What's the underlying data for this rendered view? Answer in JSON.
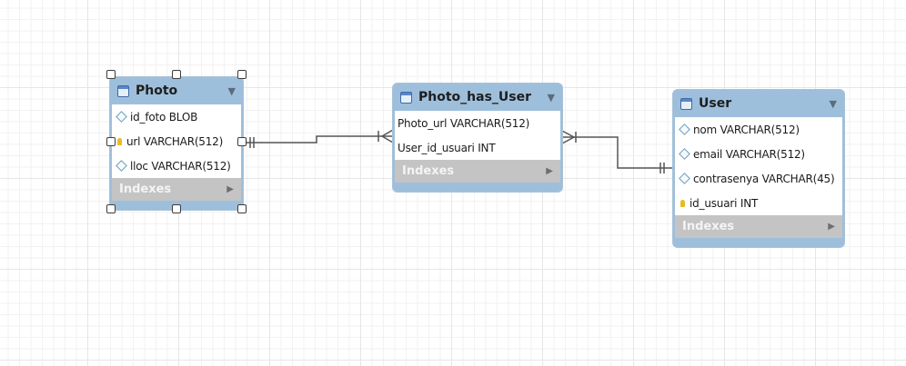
{
  "colors": {
    "entity_header": "#9ebfdb",
    "indexes_bar": "#c4c4c4",
    "connector": "#555555",
    "grid": "#e6e6e6"
  },
  "entities": {
    "photo": {
      "title": "Photo",
      "selected": true,
      "columns": [
        {
          "icon": "diamond-icon",
          "text": "id_foto BLOB"
        },
        {
          "icon": "key-icon",
          "text": "url VARCHAR(512)"
        },
        {
          "icon": "diamond-icon",
          "text": "lloc VARCHAR(512)"
        }
      ],
      "indexes_label": "Indexes"
    },
    "photo_has_user": {
      "title": "Photo_has_User",
      "columns": [
        {
          "icon": "none",
          "text": "Photo_url VARCHAR(512)"
        },
        {
          "icon": "none",
          "text": "User_id_usuari INT"
        }
      ],
      "indexes_label": "Indexes"
    },
    "user": {
      "title": "User",
      "columns": [
        {
          "icon": "diamond-icon",
          "text": "nom VARCHAR(512)"
        },
        {
          "icon": "diamond-icon",
          "text": "email VARCHAR(512)"
        },
        {
          "icon": "diamond-icon",
          "text": "contrasenya VARCHAR(45)"
        },
        {
          "icon": "key-icon",
          "text": "id_usuari INT"
        }
      ],
      "indexes_label": "Indexes"
    }
  },
  "relationships": [
    {
      "from": "Photo",
      "to": "Photo_has_User",
      "from_cardinality": "one",
      "to_cardinality": "one-or-many"
    },
    {
      "from": "User",
      "to": "Photo_has_User",
      "from_cardinality": "one",
      "to_cardinality": "one-or-many"
    }
  ]
}
